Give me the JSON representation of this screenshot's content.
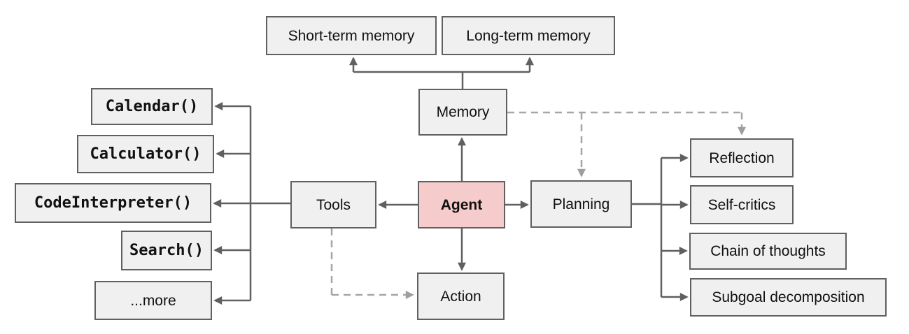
{
  "diagram": {
    "title": "Agent overview diagram",
    "nodes": {
      "agent": {
        "label": "Agent"
      },
      "memory": {
        "label": "Memory"
      },
      "short_term": {
        "label": "Short-term memory"
      },
      "long_term": {
        "label": "Long-term memory"
      },
      "tools": {
        "label": "Tools"
      },
      "action": {
        "label": "Action"
      },
      "planning": {
        "label": "Planning"
      },
      "reflection": {
        "label": "Reflection"
      },
      "self_critics": {
        "label": "Self-critics"
      },
      "chain_of_thoughts": {
        "label": "Chain of thoughts"
      },
      "subgoal": {
        "label": "Subgoal decomposition"
      },
      "calendar": {
        "label": "Calendar()"
      },
      "calculator": {
        "label": "Calculator()"
      },
      "code_interpreter": {
        "label": "CodeInterpreter()"
      },
      "search": {
        "label": "Search()"
      },
      "more": {
        "label": "...more"
      }
    },
    "edges": {
      "solid": [
        "Agent -> Memory",
        "Memory -> Short-term memory",
        "Memory -> Long-term memory",
        "Agent -> Tools",
        "Agent -> Planning",
        "Agent -> Action",
        "Tools -> Calendar()",
        "Tools -> Calculator()",
        "Tools -> CodeInterpreter()",
        "Tools -> Search()",
        "Tools -> ...more",
        "Planning -> Reflection",
        "Planning -> Self-critics",
        "Planning -> Chain of thoughts",
        "Planning -> Subgoal decomposition"
      ],
      "dashed": [
        "Memory -> Planning",
        "Memory -> Reflection",
        "Tools -> Action"
      ]
    },
    "colors": {
      "box_fill": "#f0f0f0",
      "box_border": "#606060",
      "agent_fill": "#f6cbcb",
      "solid_line": "#606060",
      "dashed_line": "#a6a6a6",
      "text": "#111111",
      "background": "#ffffff"
    }
  }
}
